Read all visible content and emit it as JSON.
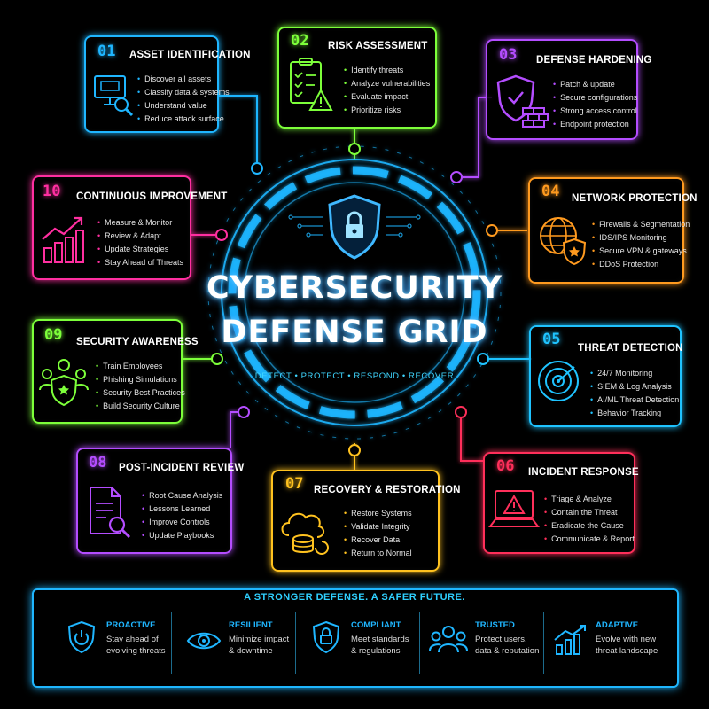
{
  "title_line1": "CYBERSECURITY",
  "title_line2": "DEFENSE GRID",
  "tagline": "DETECT • PROTECT • RESPOND • RECOVER",
  "colors": {
    "c01": "#1fb6ff",
    "c02": "#7dff3a",
    "c03": "#b44dff",
    "c04": "#ff9a1f",
    "c05": "#1fc3ff",
    "c06": "#ff2f5a",
    "c07": "#ffc21f",
    "c08": "#b44dff",
    "c09": "#7dff3a",
    "c10": "#ff2fa0"
  },
  "cards": {
    "c01": {
      "num": "01",
      "title": "ASSET IDENTIFICATION",
      "items": [
        "Discover all assets",
        "Classify data & systems",
        "Understand value",
        "Reduce attack surface"
      ],
      "icon": "monitor-search-icon"
    },
    "c02": {
      "num": "02",
      "title": "RISK ASSESSMENT",
      "items": [
        "Identify threats",
        "Analyze vulnerabilities",
        "Evaluate impact",
        "Prioritize risks"
      ],
      "icon": "checklist-warning-icon"
    },
    "c03": {
      "num": "03",
      "title": "DEFENSE HARDENING",
      "items": [
        "Patch & update",
        "Secure configurations",
        "Strong access control",
        "Endpoint protection"
      ],
      "icon": "shield-wall-icon"
    },
    "c04": {
      "num": "04",
      "title": "NETWORK PROTECTION",
      "items": [
        "Firewalls & Segmentation",
        "IDS/IPS Monitoring",
        "Secure VPN & gateways",
        "DDoS Protection"
      ],
      "icon": "globe-shield-icon"
    },
    "c05": {
      "num": "05",
      "title": "THREAT DETECTION",
      "items": [
        "24/7 Monitoring",
        "SIEM & Log Analysis",
        "AI/ML Threat Detection",
        "Behavior Tracking"
      ],
      "icon": "radar-icon"
    },
    "c06": {
      "num": "06",
      "title": "INCIDENT RESPONSE",
      "items": [
        "Triage & Analyze",
        "Contain the Threat",
        "Eradicate the Cause",
        "Communicate & Report"
      ],
      "icon": "laptop-warning-icon"
    },
    "c07": {
      "num": "07",
      "title": "RECOVERY & RESTORATION",
      "items": [
        "Restore Systems",
        "Validate Integrity",
        "Recover Data",
        "Return to Normal"
      ],
      "icon": "cloud-database-icon"
    },
    "c08": {
      "num": "08",
      "title": "POST-INCIDENT REVIEW",
      "items": [
        "Root Cause Analysis",
        "Lessons Learned",
        "Improve Controls",
        "Update Playbooks"
      ],
      "icon": "document-search-icon"
    },
    "c09": {
      "num": "09",
      "title": "SECURITY AWARENESS",
      "items": [
        "Train Employees",
        "Phishing Simulations",
        "Security Best Practices",
        "Build Security Culture"
      ],
      "icon": "team-shield-icon"
    },
    "c10": {
      "num": "10",
      "title": "CONTINUOUS IMPROVEMENT",
      "items": [
        "Measure & Monitor",
        "Review & Adapt",
        "Update Strategies",
        "Stay Ahead of Threats"
      ],
      "icon": "growth-chart-icon"
    }
  },
  "banner": {
    "title": "A STRONGER DEFENSE. A SAFER FUTURE.",
    "pillars": [
      {
        "head": "PROACTIVE",
        "text": "Stay ahead of\nevolving threats",
        "icon": "power-shield-icon",
        "color": "#1fb6ff"
      },
      {
        "head": "RESILIENT",
        "text": "Minimize impact\n& downtime",
        "icon": "eye-icon",
        "color": "#1fb6ff"
      },
      {
        "head": "COMPLIANT",
        "text": "Meet standards\n& regulations",
        "icon": "lock-shield-icon",
        "color": "#1fb6ff"
      },
      {
        "head": "TRUSTED",
        "text": "Protect users,\ndata & reputation",
        "icon": "users-icon",
        "color": "#1fb6ff"
      },
      {
        "head": "ADAPTIVE",
        "text": "Evolve with new\nthreat landscape",
        "icon": "trend-icon",
        "color": "#1fb6ff"
      }
    ]
  }
}
